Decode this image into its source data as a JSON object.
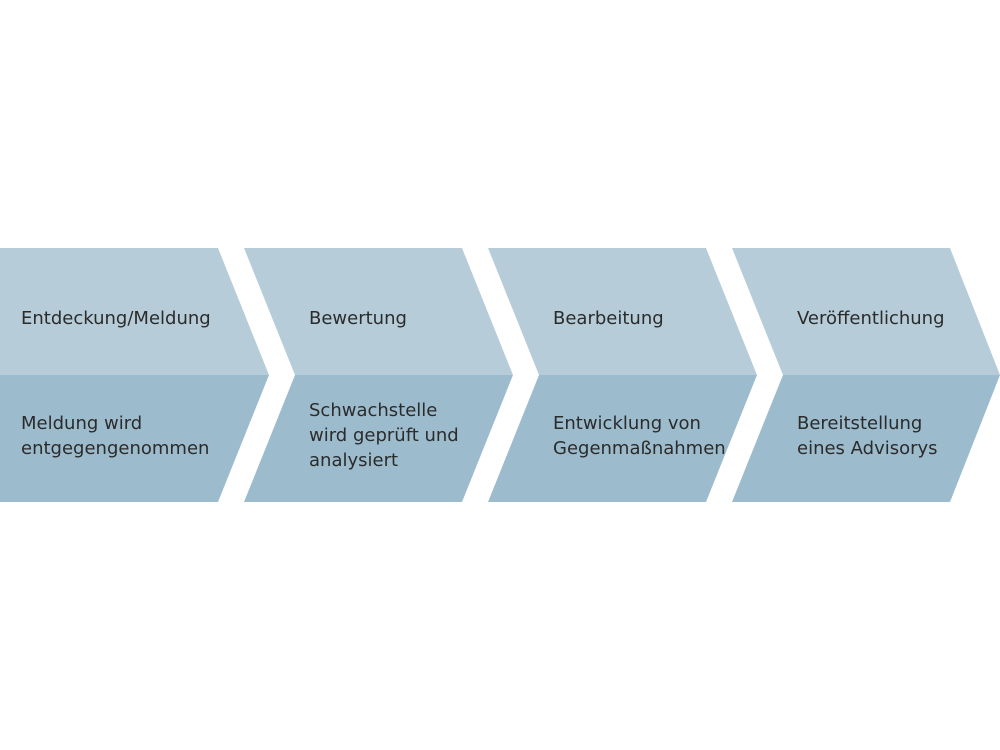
{
  "colors": {
    "top_band": "#b6cdd9",
    "bottom_band": "#9cbccd",
    "text": "#2b2b2b",
    "background": "#ffffff"
  },
  "steps": [
    {
      "label": "Entdeckung/Meldung",
      "description": "Meldung wird\nentgegengenommen"
    },
    {
      "label": "Bewertung",
      "description": "Schwachstelle\nwird geprüft und\nanalysiert"
    },
    {
      "label": "Bearbeitung",
      "description": "Entwicklung von\nGegenmaßnahmen"
    },
    {
      "label": "Veröffentlichung",
      "description": "Bereitstellung\neines Advisorys"
    }
  ]
}
